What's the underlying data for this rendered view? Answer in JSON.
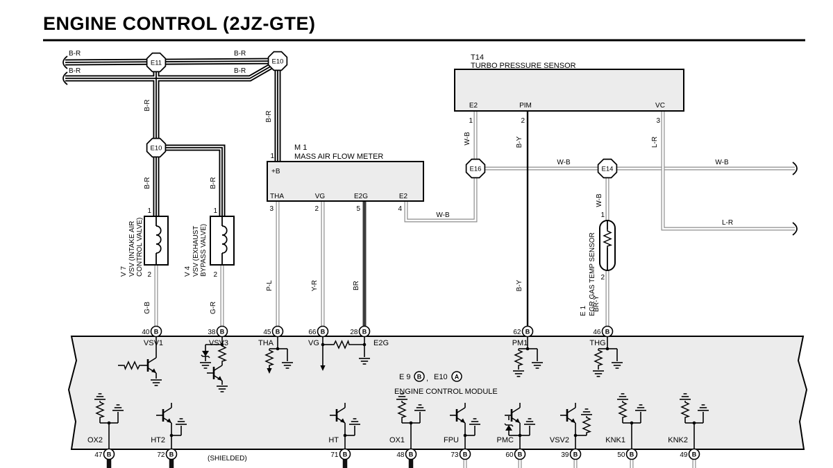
{
  "title": "ENGINE CONTROL (2JZ-GTE)",
  "wires": {
    "br": "B-R",
    "wb": "W-B",
    "lr": "L-R",
    "by": "B-Y",
    "pl": "P-L",
    "yr": "Y-R",
    "brown": "BR",
    "gb": "G-B",
    "gr": "G-R",
    "bry": "BR-Y"
  },
  "connectors": {
    "e11": "E11",
    "e10": "E10",
    "e16": "E16",
    "e14": "E14"
  },
  "components": {
    "m1": {
      "code": "M 1",
      "name": "MASS AIR FLOW METER",
      "pin_b": "+B",
      "pin_tha": "THA",
      "pin_vg": "VG",
      "pin_e2g": "E2G",
      "pin_e2": "E2",
      "num_b": "1",
      "num_tha": "3",
      "num_vg": "2",
      "num_e2g": "5",
      "num_e2": "4"
    },
    "t14": {
      "code": "T14",
      "name": "TURBO PRESSURE SENSOR",
      "pin_e2": "E2",
      "pin_pim": "PIM",
      "pin_vc": "VC",
      "num_e2": "1",
      "num_pim": "2",
      "num_vc": "3"
    },
    "v7": {
      "code": "V 7",
      "name1": "VSV (INTAKE AIR",
      "name2": "CONTROL VALVE)",
      "pin1": "1",
      "pin2": "2"
    },
    "v4": {
      "code": "V 4",
      "name1": "VSV (EXHAUST",
      "name2": "BYPASS VALVE)",
      "pin1": "1",
      "pin2": "2"
    },
    "e1": {
      "code": "E 1",
      "name": "EGR GAS TEMP  SENSOR",
      "pin1": "1",
      "pin2": "2"
    }
  },
  "ecm": {
    "name": "ENGINE CONTROL MODULE",
    "ref1": "E 9",
    "ref1_conn": "B",
    "comma": ",",
    "ref2": "E10",
    "ref2_conn": "A",
    "shielded": "(SHIELDED)",
    "top_terminals": [
      {
        "num": "40",
        "conn": "B",
        "label": "VSV1"
      },
      {
        "num": "38",
        "conn": "B",
        "label": "VSV3"
      },
      {
        "num": "45",
        "conn": "B",
        "label": "THA"
      },
      {
        "num": "66",
        "conn": "B",
        "label": "VG"
      },
      {
        "num": "28",
        "conn": "B",
        "label": "E2G"
      },
      {
        "num": "62",
        "conn": "B",
        "label": "PM1"
      },
      {
        "num": "46",
        "conn": "B",
        "label": "THG"
      }
    ],
    "bottom_terminals": [
      {
        "num": "47",
        "conn": "B",
        "label": "OX2"
      },
      {
        "num": "72",
        "conn": "B",
        "label": "HT2"
      },
      {
        "num": "71",
        "conn": "B",
        "label": "HT"
      },
      {
        "num": "48",
        "conn": "B",
        "label": "OX1"
      },
      {
        "num": "73",
        "conn": "B",
        "label": "FPU"
      },
      {
        "num": "60",
        "conn": "B",
        "label": "PMC"
      },
      {
        "num": "39",
        "conn": "B",
        "label": "VSV2"
      },
      {
        "num": "50",
        "conn": "B",
        "label": "KNK1"
      },
      {
        "num": "49",
        "conn": "B",
        "label": "KNK2"
      }
    ]
  }
}
